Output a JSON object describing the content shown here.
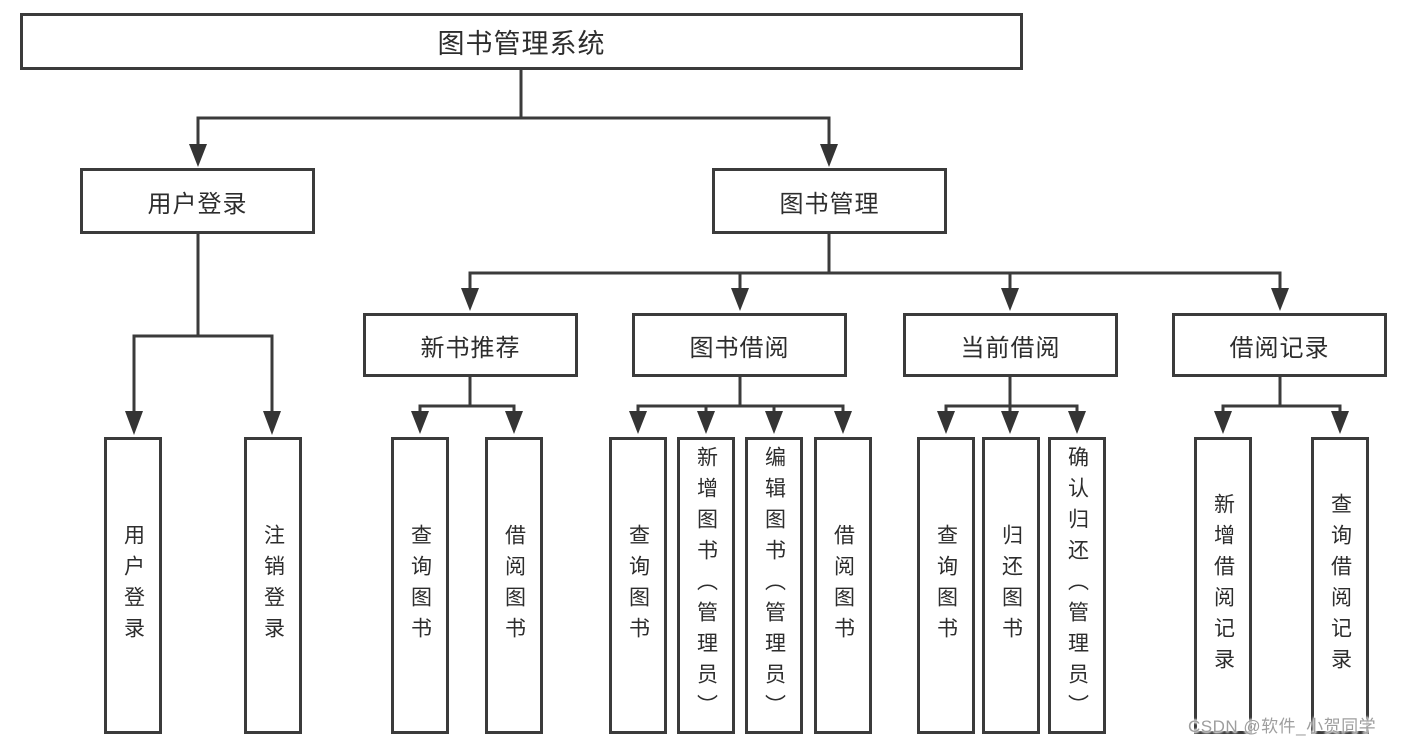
{
  "tree": {
    "root": {
      "label": "图书管理系统"
    },
    "branches": [
      {
        "label": "用户登录",
        "children": [
          "用户登录",
          "注销登录"
        ]
      },
      {
        "label": "图书管理",
        "sections": [
          {
            "label": "新书推荐",
            "children": [
              "查询图书",
              "借阅图书"
            ]
          },
          {
            "label": "图书借阅",
            "children": [
              "查询图书",
              "新增图书（管理员）",
              "编辑图书（管理员）",
              "借阅图书"
            ]
          },
          {
            "label": "当前借阅",
            "children": [
              "查询图书",
              "归还图书",
              "确认归还（管理员）"
            ]
          },
          {
            "label": "借阅记录",
            "children": [
              "新增借阅记录",
              "查询借阅记录"
            ]
          }
        ]
      }
    ]
  },
  "watermark": {
    "text": "CSDN @软件_小贺同学",
    "color": "#9e9e9e"
  },
  "colors": {
    "line": "#3b3b3b",
    "arrow": "#343434",
    "border": "#3b3b3b",
    "text": "#2d2d2d",
    "background": "#ffffff"
  }
}
